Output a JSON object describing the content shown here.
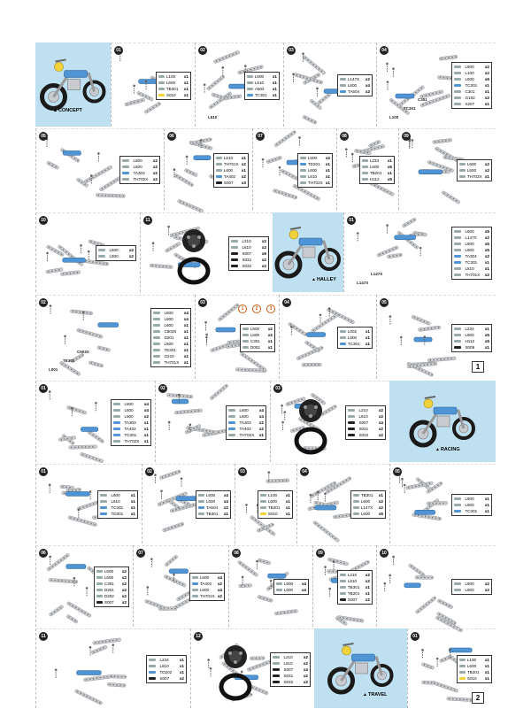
{
  "models": {
    "concept": "CONCEPT",
    "halley": "HALLEY",
    "racing": "RACING",
    "travel": "TRAVEL"
  },
  "pages": [
    "1",
    "2"
  ],
  "steps": [
    {
      "id": "s1",
      "num": "01",
      "parts": [
        [
          "L100",
          "x1"
        ],
        [
          "L600",
          "x1"
        ],
        [
          "TB301",
          "x1"
        ],
        [
          "S010",
          "x1"
        ]
      ]
    },
    {
      "id": "s2",
      "num": "02",
      "parts": [
        [
          "L600",
          "x1"
        ],
        [
          "L610",
          "x1"
        ],
        [
          "A502",
          "x1"
        ],
        [
          "TC301",
          "x1"
        ]
      ],
      "callouts": [
        "L610"
      ]
    },
    {
      "id": "s3",
      "num": "03",
      "parts": [
        [
          "L147X",
          "x2"
        ],
        [
          "L600",
          "x4"
        ],
        [
          "TA504",
          "x2"
        ]
      ]
    },
    {
      "id": "s4",
      "num": "04",
      "parts": [
        [
          "L600",
          "x2"
        ],
        [
          "L100",
          "x2"
        ],
        [
          "L600",
          "x6"
        ],
        [
          "TC301",
          "x1"
        ],
        [
          "C301",
          "x1"
        ],
        [
          "G102",
          "x2"
        ],
        [
          "S207",
          "x1"
        ]
      ],
      "callouts": [
        "L100",
        "TC301",
        "C301"
      ]
    },
    {
      "id": "s5",
      "num": "05",
      "parts": [
        [
          "L600",
          "x2"
        ],
        [
          "L600",
          "x2"
        ],
        [
          "TA303",
          "x2"
        ],
        [
          "TH702X",
          "x2"
        ]
      ]
    },
    {
      "id": "s6",
      "num": "06",
      "parts": [
        [
          "L610",
          "x1"
        ],
        [
          "TH701X",
          "x2"
        ],
        [
          "L600",
          "x1"
        ],
        [
          "TA402",
          "x2"
        ],
        [
          "S007",
          "x3"
        ]
      ]
    },
    {
      "id": "s7",
      "num": "07",
      "parts": [
        [
          "L600",
          "x2"
        ],
        [
          "TD201",
          "x1"
        ],
        [
          "L600",
          "x1"
        ],
        [
          "L610",
          "x1"
        ],
        [
          "TH702X",
          "x1"
        ]
      ]
    },
    {
      "id": "s8",
      "num": "08",
      "parts": [
        [
          "L234",
          "x1"
        ],
        [
          "L600",
          "x6"
        ],
        [
          "TB201",
          "x1"
        ],
        [
          "H112",
          "x5"
        ]
      ]
    },
    {
      "id": "s9",
      "num": "09",
      "parts": [
        [
          "L600",
          "x2"
        ],
        [
          "L600",
          "x2"
        ],
        [
          "TH702X",
          "x1"
        ]
      ]
    },
    {
      "id": "s10",
      "num": "10",
      "parts": [
        [
          "L600",
          "x2"
        ],
        [
          "L600",
          "x2"
        ]
      ]
    },
    {
      "id": "s11",
      "num": "11",
      "parts": [
        [
          "L210",
          "x2"
        ],
        [
          "L610",
          "x2"
        ],
        [
          "S007",
          "x6"
        ],
        [
          "S031",
          "x2"
        ],
        [
          "S032",
          "x2"
        ]
      ]
    },
    {
      "id": "s12",
      "num": "01",
      "parts": [
        [
          "L600",
          "x5"
        ],
        [
          "L147X",
          "x2"
        ],
        [
          "L600",
          "x5"
        ],
        [
          "L600",
          "x5"
        ],
        [
          "TA304",
          "x2"
        ],
        [
          "TC301",
          "x1"
        ],
        [
          "L610",
          "x1"
        ],
        [
          "TH701X",
          "x2"
        ]
      ],
      "callouts": [
        "L147X",
        "L147X"
      ]
    },
    {
      "id": "s13",
      "num": "02",
      "parts": [
        [
          "L600",
          "x4"
        ],
        [
          "L600",
          "x4"
        ],
        [
          "L600",
          "x1"
        ],
        [
          "C503X",
          "x1"
        ],
        [
          "D201",
          "x1"
        ],
        [
          "L600",
          "x1"
        ],
        [
          "TE301",
          "x1"
        ],
        [
          "G210",
          "x1"
        ],
        [
          "TH701X",
          "x1"
        ]
      ],
      "callouts": [
        "L001",
        "TE301",
        "C503X"
      ]
    },
    {
      "id": "s14",
      "num": "03",
      "parts": [
        [
          "L600",
          "x2"
        ],
        [
          "L600",
          "x2"
        ],
        [
          "C301",
          "x1"
        ],
        [
          "D002",
          "x1"
        ]
      ],
      "badges": [
        "1",
        "2",
        "3"
      ]
    },
    {
      "id": "s15",
      "num": "04",
      "parts": [
        [
          "L002",
          "x1"
        ],
        [
          "L600",
          "x1"
        ],
        [
          "TC301",
          "x1"
        ]
      ]
    },
    {
      "id": "s16",
      "num": "05",
      "parts": [
        [
          "L234",
          "x1"
        ],
        [
          "L600",
          "x5"
        ],
        [
          "H112",
          "x5"
        ],
        [
          "S009",
          "x1"
        ]
      ]
    },
    {
      "id": "s17",
      "num": "01",
      "parts": [
        [
          "L600",
          "x4"
        ],
        [
          "L600",
          "x4"
        ],
        [
          "L600",
          "x2"
        ],
        [
          "TA303",
          "x1"
        ],
        [
          "TA402",
          "x1"
        ],
        [
          "TC301",
          "x1"
        ],
        [
          "TH702X",
          "x1"
        ]
      ]
    },
    {
      "id": "s18",
      "num": "02",
      "parts": [
        [
          "L600",
          "x4"
        ],
        [
          "L600",
          "x4"
        ],
        [
          "TA303",
          "x2"
        ],
        [
          "TA402",
          "x2"
        ],
        [
          "TH702X",
          "x1"
        ]
      ]
    },
    {
      "id": "s19",
      "num": "03",
      "parts": [
        [
          "L210",
          "x2"
        ],
        [
          "L610",
          "x2"
        ],
        [
          "S007",
          "x4"
        ],
        [
          "S031",
          "x2"
        ],
        [
          "S032",
          "x2"
        ]
      ]
    },
    {
      "id": "s20",
      "num": "01",
      "parts": [
        [
          "L600",
          "x1"
        ],
        [
          "L610",
          "x1"
        ],
        [
          "TC301",
          "x1"
        ],
        [
          "TD301",
          "x1"
        ]
      ]
    },
    {
      "id": "s21",
      "num": "02",
      "parts": [
        [
          "L600",
          "x4"
        ],
        [
          "L600",
          "x4"
        ],
        [
          "TA504",
          "x2"
        ],
        [
          "TB301",
          "x1"
        ]
      ]
    },
    {
      "id": "s22",
      "num": "03",
      "parts": [
        [
          "L100",
          "x1"
        ],
        [
          "L600",
          "x1"
        ],
        [
          "TB201",
          "x1"
        ],
        [
          "S010",
          "x1"
        ]
      ]
    },
    {
      "id": "s23",
      "num": "04",
      "parts": [
        [
          "TB301",
          "x1"
        ],
        [
          "L600",
          "x2"
        ],
        [
          "L147X",
          "x2"
        ],
        [
          "L600",
          "x5"
        ]
      ]
    },
    {
      "id": "s24",
      "num": "05",
      "parts": [
        [
          "L600",
          "x1"
        ],
        [
          "L600",
          "x1"
        ],
        [
          "TC301",
          "x1"
        ]
      ]
    },
    {
      "id": "s25",
      "num": "06",
      "parts": [
        [
          "L600",
          "x2"
        ],
        [
          "L600",
          "x2"
        ],
        [
          "C301",
          "x2"
        ],
        [
          "D201",
          "x2"
        ],
        [
          "D202",
          "x2"
        ],
        [
          "S007",
          "x2"
        ]
      ]
    },
    {
      "id": "s26",
      "num": "07",
      "parts": [
        [
          "L600",
          "x4"
        ],
        [
          "TA402",
          "x2"
        ],
        [
          "L600",
          "x4"
        ],
        [
          "TH701X",
          "x2"
        ]
      ]
    },
    {
      "id": "s27",
      "num": "08",
      "parts": [
        [
          "L600",
          "x4"
        ],
        [
          "L600",
          "x4"
        ]
      ]
    },
    {
      "id": "s28",
      "num": "09",
      "parts": [
        [
          "L210",
          "x2"
        ],
        [
          "L610",
          "x2"
        ],
        [
          "TB301",
          "x1"
        ],
        [
          "TB201",
          "x1"
        ],
        [
          "S007",
          "x2"
        ]
      ]
    },
    {
      "id": "s29",
      "num": "10",
      "parts": [
        [
          "L600",
          "x2"
        ],
        [
          "L600",
          "x2"
        ]
      ]
    },
    {
      "id": "s30",
      "num": "11",
      "parts": [
        [
          "L234",
          "x1"
        ],
        [
          "L610",
          "x1"
        ],
        [
          "TD202",
          "x1"
        ],
        [
          "S007",
          "x2"
        ]
      ]
    },
    {
      "id": "s31",
      "num": "12",
      "parts": [
        [
          "L210",
          "x2"
        ],
        [
          "L610",
          "x2"
        ],
        [
          "S007",
          "x4"
        ],
        [
          "S031",
          "x2"
        ],
        [
          "S032",
          "x2"
        ]
      ]
    },
    {
      "id": "s32",
      "num": "01",
      "parts": [
        [
          "L100",
          "x1"
        ],
        [
          "L600",
          "x1"
        ],
        [
          "TB201",
          "x1"
        ],
        [
          "S010",
          "x1"
        ]
      ]
    }
  ],
  "colors": {
    "concept_bg": "#bfe0f0",
    "metal": "#c8ccd0",
    "blue": "#4f95d6",
    "yellow": "#f2d23a",
    "tire": "#1a1a1a"
  }
}
